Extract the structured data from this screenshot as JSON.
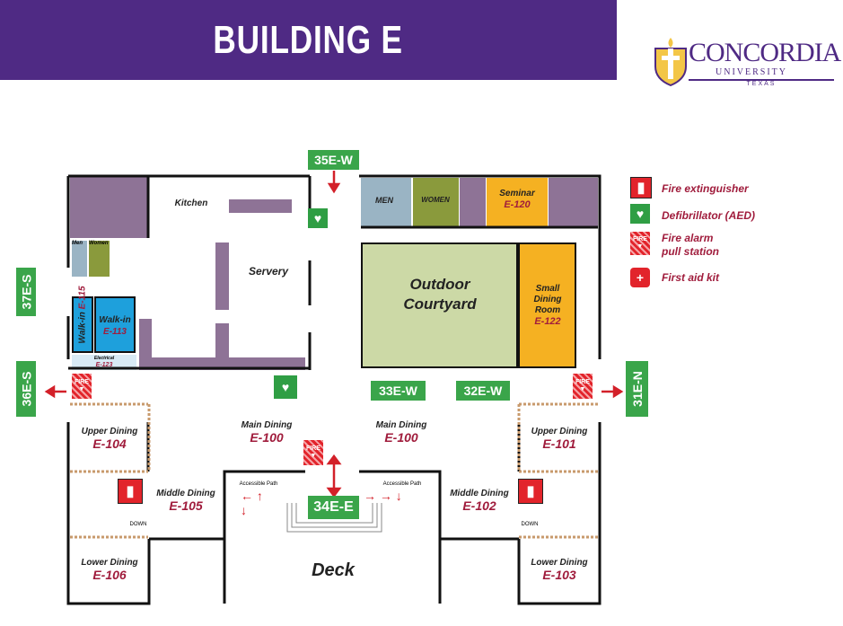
{
  "header": {
    "title": "BUILDING E"
  },
  "logo": {
    "name": "CONCORDIA",
    "sub": "UNIVERSITY",
    "state": "TEXAS"
  },
  "legend": [
    {
      "icon": "fire-extinguisher-icon",
      "label": "Fire extinguisher"
    },
    {
      "icon": "aed-icon",
      "label": "Defibrillator (AED)"
    },
    {
      "icon": "fire-alarm-icon",
      "label": "Fire alarm pull station"
    },
    {
      "icon": "first-aid-icon",
      "label": "First aid kit"
    }
  ],
  "exits": {
    "n35": "35E-W",
    "s37": "37E-S",
    "s36": "36E-S",
    "w33": "33E-W",
    "w32": "32E-W",
    "n31": "31E-N",
    "e34": "34E-E"
  },
  "rooms": {
    "kitchen": "Kitchen",
    "servery": "Servery",
    "men_small": "Men",
    "women_small": "Women",
    "walkin1": {
      "name": "Walk-in",
      "num": "E-115"
    },
    "walkin2": {
      "name": "Walk-in",
      "num": "E-113"
    },
    "electrical": {
      "name": "Electrical",
      "num": "E-123"
    },
    "men": "MEN",
    "women": "WOMEN",
    "seminar": {
      "name": "Seminar",
      "num": "E-120"
    },
    "courtyard": "Outdoor Courtyard",
    "small_dining": {
      "name": "Small Dining Room",
      "num": "E-122"
    },
    "main_dining_w": {
      "name": "Main Dining",
      "num": "E-100"
    },
    "main_dining_e": {
      "name": "Main Dining",
      "num": "E-100"
    },
    "upper_w": {
      "name": "Upper Dining",
      "num": "E-104"
    },
    "upper_e": {
      "name": "Upper Dining",
      "num": "E-101"
    },
    "middle_w": {
      "name": "Middle Dining",
      "num": "E-105"
    },
    "middle_e": {
      "name": "Middle Dining",
      "num": "E-102"
    },
    "lower_w": {
      "name": "Lower Dining",
      "num": "E-106"
    },
    "lower_e": {
      "name": "Lower Dining",
      "num": "E-103"
    },
    "deck": "Deck"
  },
  "marks": {
    "down": "DOWN",
    "accessible": "Accessible Path",
    "fire": "FIRE"
  },
  "colors": {
    "purple": "#4f2a84",
    "exit_green": "#3aa54a",
    "label_red": "#a01c3c"
  }
}
